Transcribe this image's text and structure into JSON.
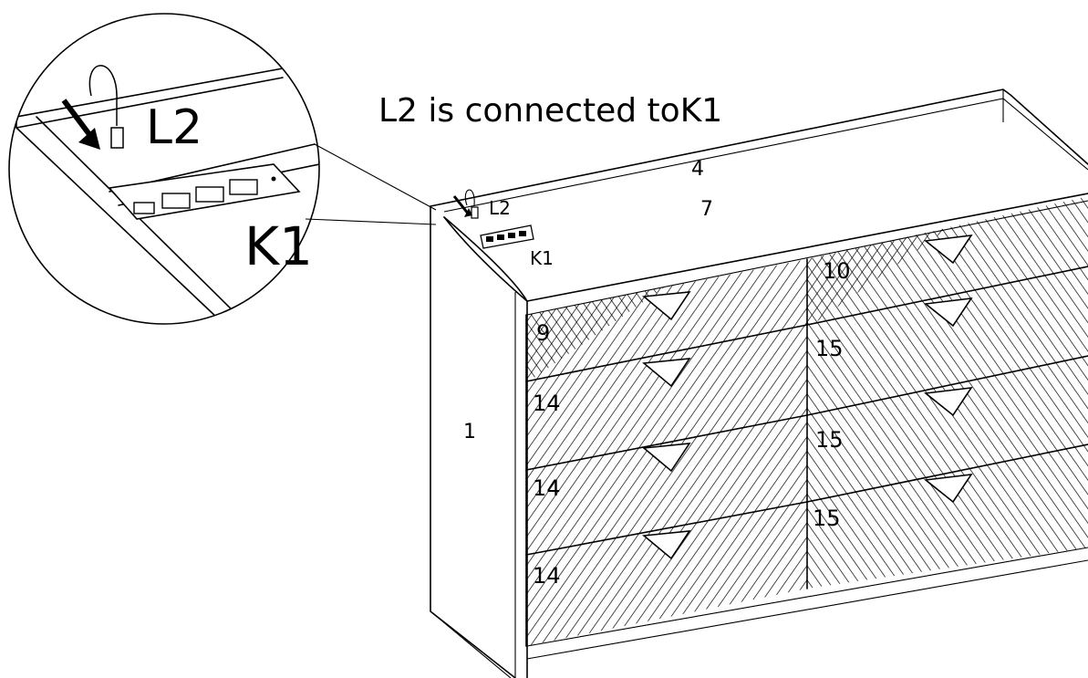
{
  "caption": "L2  is connected toK1",
  "callout": {
    "cable_label": "L2",
    "socket_label": "K1"
  },
  "parts": {
    "side_panel": "1",
    "back_top": "4",
    "top_panel": "7",
    "drawer_left_top": "9",
    "drawer_right_top": "10",
    "drawer_left_2": "14",
    "drawer_left_3": "14",
    "drawer_left_4": "14",
    "drawer_right_2": "15",
    "drawer_right_3": "15",
    "drawer_right_4": "15",
    "cable_small": "L2",
    "socket_small": "K1"
  }
}
